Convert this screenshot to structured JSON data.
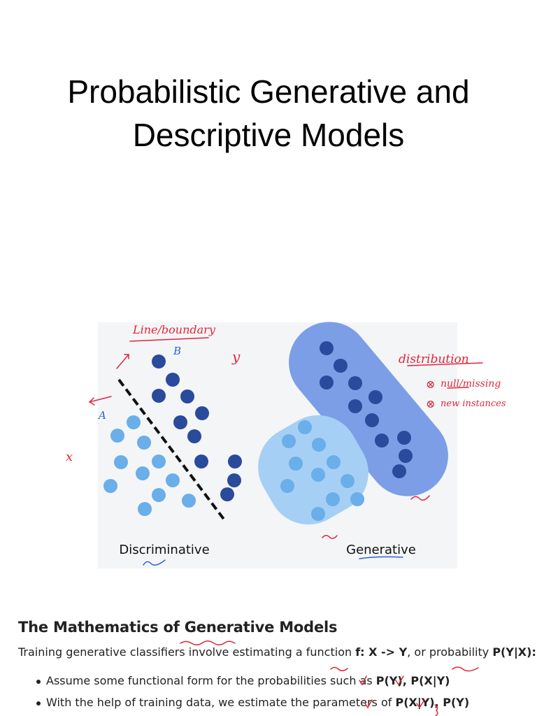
{
  "slide": {
    "title_line1": "Probabilistic Generative and",
    "title_line2": "Descriptive Models"
  },
  "figure": {
    "left_panel_label": "Discriminative",
    "right_panel_label": "Generative",
    "handwritten": {
      "boundary_note": "Line/boundary",
      "label_b": "B",
      "label_a": "A",
      "label_y": "y",
      "label_x": "x",
      "distribution_note": "distribution",
      "note_1_marker": "⊗",
      "note_1": "null/missing",
      "note_2_marker": "⊗",
      "note_2": "new instances"
    },
    "colors": {
      "dark_dot": "#2a4a9b",
      "light_dot": "#6aaeea",
      "dark_blob": "#7b9ee6",
      "light_blob": "#a6cff5",
      "ink_red": "#e0263a",
      "ink_blue": "#2e63d6"
    }
  },
  "math": {
    "heading": "The Mathematics of Generative Models",
    "intro_prefix": "Training generative classifiers involve estimating a function ",
    "intro_function": "f: X -> Y",
    "intro_middle": ", or probability ",
    "intro_probability": "P(Y|X):",
    "bullet1_prefix": "Assume some functional form for the probabilities such as ",
    "bullet1_terms": "P(Y), P(X|Y)",
    "bullet2_prefix": "With the help of training data, we estimate the parameters of ",
    "bullet2_terms": "P(X|Y), P(Y)"
  }
}
